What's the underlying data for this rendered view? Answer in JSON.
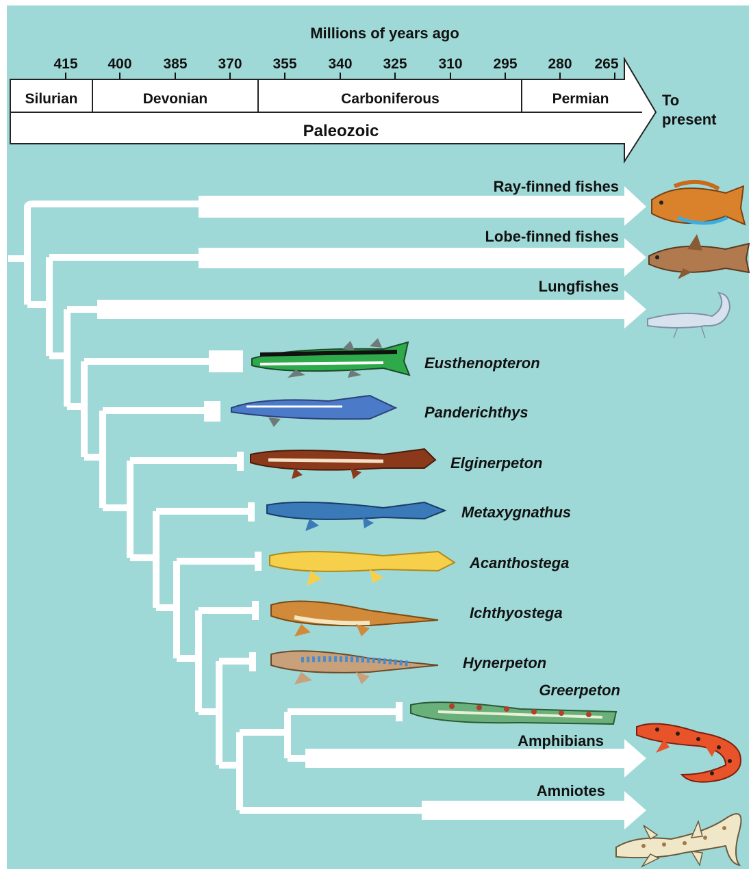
{
  "timeline": {
    "axis_title": "Millions of years ago",
    "ticks": [
      "415",
      "400",
      "385",
      "370",
      "355",
      "340",
      "325",
      "310",
      "295",
      "280",
      "265"
    ],
    "periods": [
      "Silurian",
      "Devonian",
      "Carboniferous",
      "Permian"
    ],
    "era": "Paleozoic",
    "to_present": [
      "To",
      "present"
    ]
  },
  "taxa": {
    "ray_finned": "Ray-finned fishes",
    "lobe_finned": "Lobe-finned fishes",
    "lungfishes": "Lungfishes",
    "eusthenopteron": "Eusthenopteron",
    "panderichthys": "Panderichthys",
    "elginerpeton": "Elginerpeton",
    "metaxygnathus": "Metaxygnathus",
    "acanthostega": "Acanthostega",
    "ichthyostega": "Ichthyostega",
    "hynerpeton": "Hynerpeton",
    "greerpeton": "Greerpeton",
    "amphibians": "Amphibians",
    "amniotes": "Amniotes"
  },
  "colors": {
    "background": "#9fd9d7",
    "branch": "#ffffff"
  }
}
